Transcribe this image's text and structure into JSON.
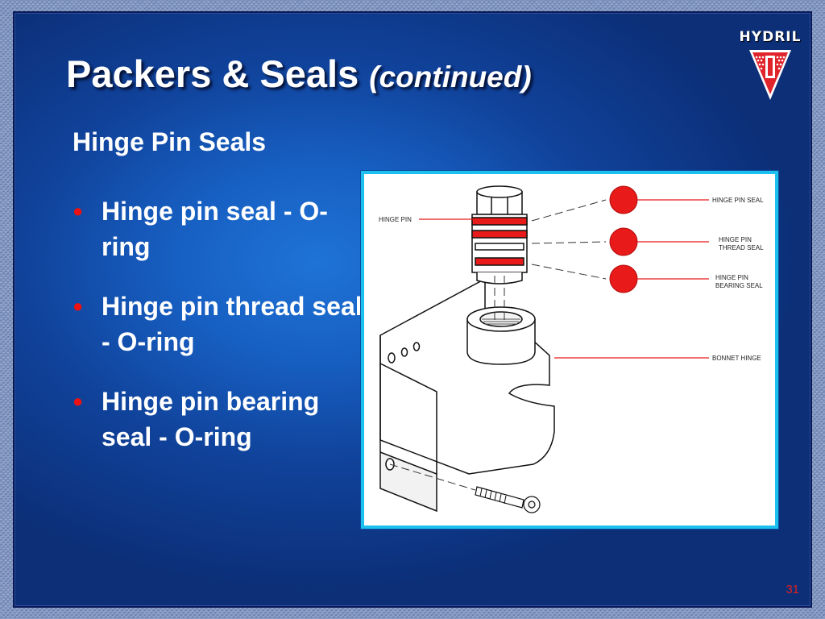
{
  "slide": {
    "title": "Packers & Seals",
    "title_suffix": "(continued)",
    "logo_text": "HYDRIL",
    "section_heading": "Hinge Pin Seals",
    "bullets": [
      {
        "text": "Hinge pin seal - O-ring"
      },
      {
        "text": "Hinge pin thread seal - O-ring"
      },
      {
        "text": "Hinge pin bearing seal - O-ring"
      }
    ],
    "page_number": "31"
  },
  "figure": {
    "labels": {
      "hinge_pin": "HINGE PIN",
      "hinge_pin_seal": "HINGE PIN SEAL",
      "thread_seal_line1": "HINGE PIN",
      "thread_seal_line2": "THREAD SEAL",
      "bearing_seal_line1": "HINGE PIN",
      "bearing_seal_line2": "BEARING SEAL",
      "bonnet_hinge": "BONNET HINGE"
    }
  },
  "colors": {
    "slide_background": "#175fc2",
    "bullet_marker": "#ee1111",
    "seal_highlight": "#e81a1a",
    "figure_border": "#1bc0ee",
    "page_number": "#e02020",
    "logo_red": "#e0242c"
  }
}
